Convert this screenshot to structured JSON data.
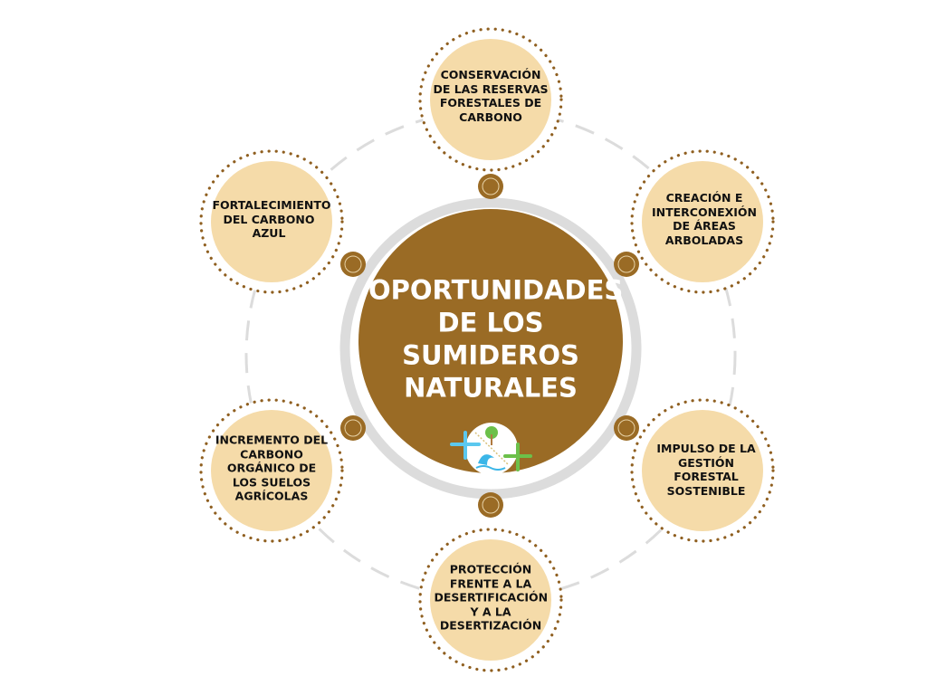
{
  "title": [
    "OPORTUNIDADES",
    "DE LOS",
    "SUMIDEROS",
    "NATURALES"
  ],
  "nodes": [
    {
      "label": "CONSERVACIÓN DE LAS RESERVAS FORESTALES DE CARBONO"
    },
    {
      "label": "CREACIÓN E INTERCONEXIÓN DE ÁREAS ARBOLADAS"
    },
    {
      "label": "IMPULSO DE LA GESTIÓN FORESTAL SOSTENIBLE"
    },
    {
      "label": "PROTECCIÓN FRENTE A LA DESERTIFICACIÓN Y A LA DESERTIZACIÓN"
    },
    {
      "label": "INCREMENTO DEL CARBONO ORGÁNICO DE LOS SUELOS AGRÍCOLAS"
    },
    {
      "label": "FORTALECIMIENTO DEL CARBONO AZUL"
    }
  ],
  "colors": {
    "center": "#9a6b25",
    "node": "#f5dba9",
    "dots": "#8f5f20",
    "ring": "#dcdcdc",
    "blue": "#5bc8ef",
    "green": "#6cc04a"
  }
}
